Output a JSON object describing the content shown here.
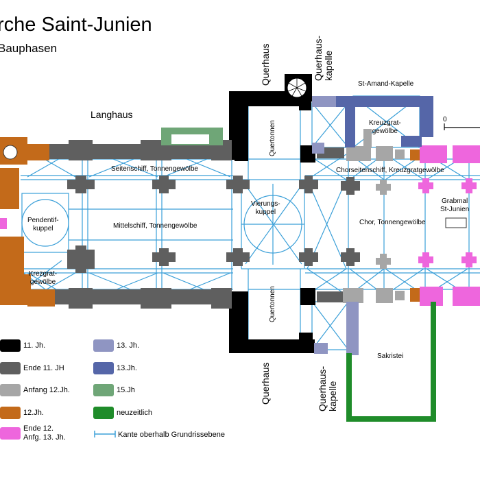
{
  "title": "rche Saint-Junien",
  "subtitle": "Bauphasen",
  "labels": {
    "langhaus": "Langhaus",
    "seitenschiff": "Seitenschiff, Tonnengewölbe",
    "mittelschiff": "Mittelschiff, Tonnengewölbe",
    "pendentif": "Pendentif-\nkuppel",
    "kreuzgrat_west": "Krezgrat-\ngewölbe",
    "querhaus": "Querhaus",
    "querhaus_kapelle": "Querhaus-\nkapelle",
    "quertonnen": "Quertonnen",
    "vierungskuppel": "Vierungs-\nkuppel",
    "st_amand": "St-Amand-Kapelle",
    "kreuzgratgewoelbe": "Kreuzgrat-\ngewölbe",
    "chorseitenschiff": "Chorseitenschiff, Kreuzgratgewölbe",
    "chor": "Chor, Tonnengewölbe",
    "grabmal": "Grabmal\nSt-Junien",
    "sakristei": "Sakristei",
    "scale_zero": "0"
  },
  "legend": [
    {
      "label": "11. Jh.",
      "color": "#000000"
    },
    {
      "label": "Ende 11. JH",
      "color": "#5f5f5f"
    },
    {
      "label": "Anfang 12.Jh.",
      "color": "#a6a6a6"
    },
    {
      "label": "12.Jh.",
      "color": "#c36a1a"
    },
    {
      "label": "Ende 12.\nAnfg. 13. Jh.",
      "color": "#ee66dd"
    },
    {
      "label": "13. Jh.",
      "color": "#8f95c2"
    },
    {
      "label": "13.Jh.",
      "color": "#5566a8"
    },
    {
      "label": "15.Jh",
      "color": "#6fa677"
    },
    {
      "label": "neuzeitlich",
      "color": "#1f8c2a"
    },
    {
      "label": "Kante oberhalb Grundrissebene",
      "color": "#3a9fd8"
    }
  ],
  "colors": {
    "c11": "#000000",
    "end11": "#5f5f5f",
    "anf12": "#a6a6a6",
    "c12": "#c36a1a",
    "end12": "#ee66dd",
    "c13a": "#8f95c2",
    "c13b": "#5566a8",
    "c15": "#6fa677",
    "modern": "#1f8c2a",
    "edge": "#3a9fd8"
  }
}
